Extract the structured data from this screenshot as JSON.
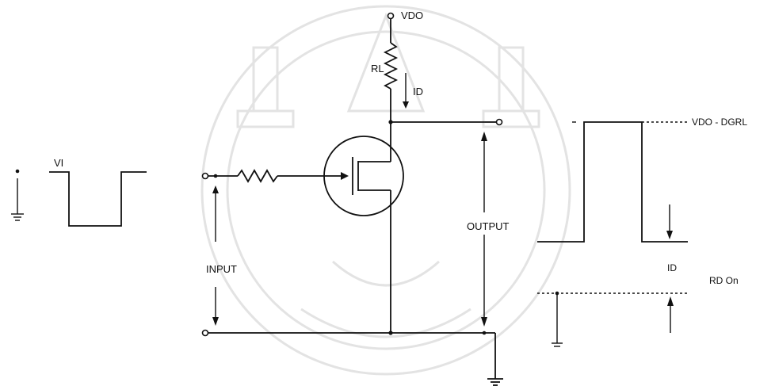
{
  "diagram": {
    "labels": {
      "vdd": "VDO",
      "rl": "RL",
      "id_top": "ID",
      "vi": "VI",
      "input": "INPUT",
      "output": "OUTPUT",
      "vout_high": "VDO - DGRL",
      "id_right": "ID",
      "rd_on": "RD On"
    }
  }
}
